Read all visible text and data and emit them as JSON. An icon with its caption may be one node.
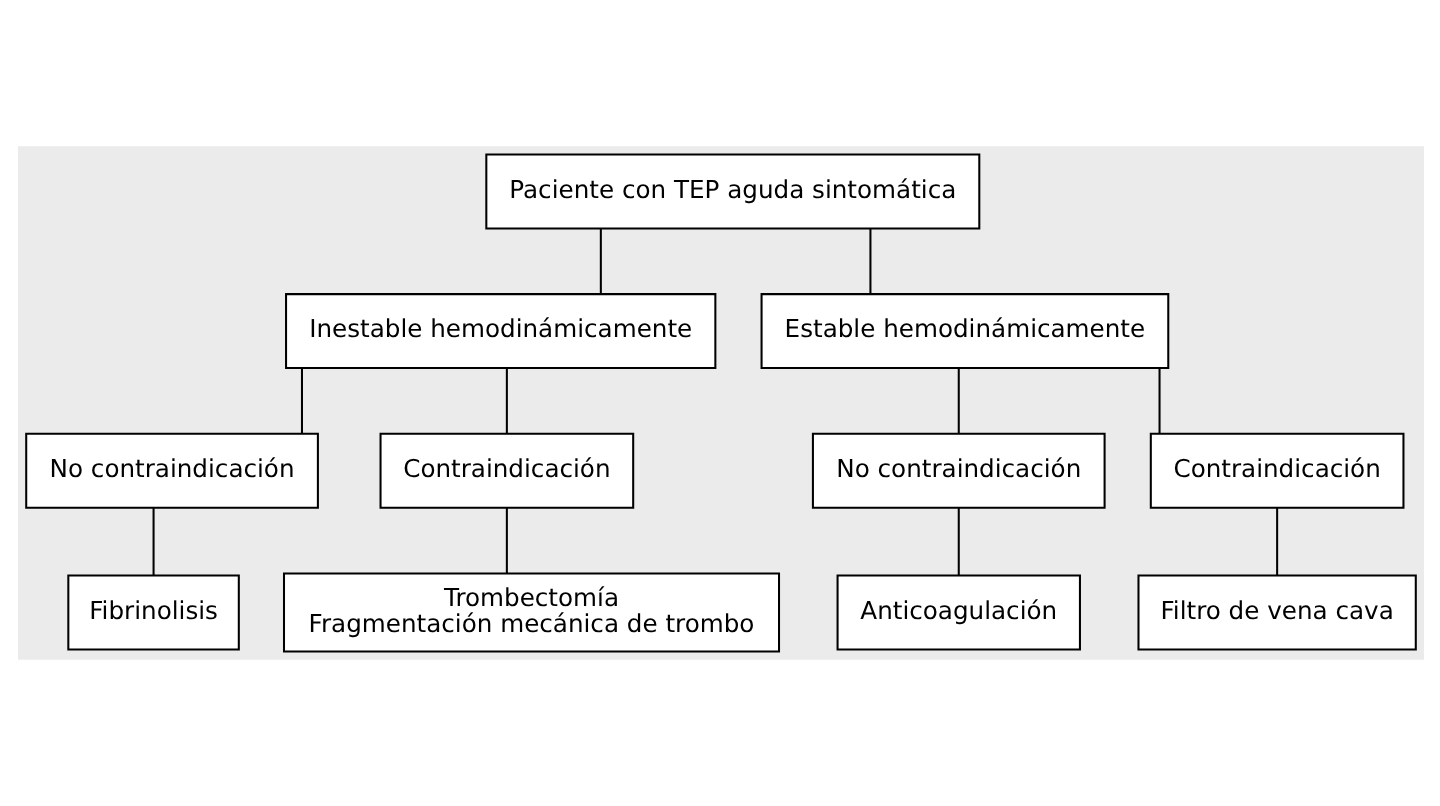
{
  "diagram": {
    "nodes": [
      {
        "text": [
          "Paciente con TEP aguda sintomática"
        ]
      },
      {
        "text": [
          "Inestable hemodinámicamente"
        ]
      },
      {
        "text": [
          "Estable hemodinámicamente"
        ]
      },
      {
        "text": [
          "No contraindicación"
        ]
      },
      {
        "text": [
          "Contraindicación"
        ]
      },
      {
        "text": [
          "No contraindicación"
        ]
      },
      {
        "text": [
          "Contraindicación"
        ]
      },
      {
        "text": [
          "Fibrinolisis"
        ]
      },
      {
        "text": [
          "Trombectomía",
          "Fragmentación mecánica de trombo"
        ]
      },
      {
        "text": [
          "Anticoagulación"
        ]
      },
      {
        "text": [
          "Filtro de vena cava"
        ]
      }
    ],
    "edges": [
      {
        "from": 0,
        "to": 1,
        "arrow": "none"
      },
      {
        "from": 0,
        "to": 2,
        "arrow": "none"
      },
      {
        "from": 1,
        "to": 3,
        "arrow": "none"
      },
      {
        "from": 1,
        "to": 4,
        "arrow": "none"
      },
      {
        "from": 2,
        "to": 5,
        "arrow": "none"
      },
      {
        "from": 2,
        "to": 6,
        "arrow": "none"
      },
      {
        "from": 3,
        "to": 7,
        "arrow": "none"
      },
      {
        "from": 4,
        "to": 8,
        "arrow": "none"
      },
      {
        "from": 5,
        "to": 9,
        "arrow": "none"
      },
      {
        "from": 6,
        "to": 10,
        "arrow": "none"
      }
    ]
  }
}
